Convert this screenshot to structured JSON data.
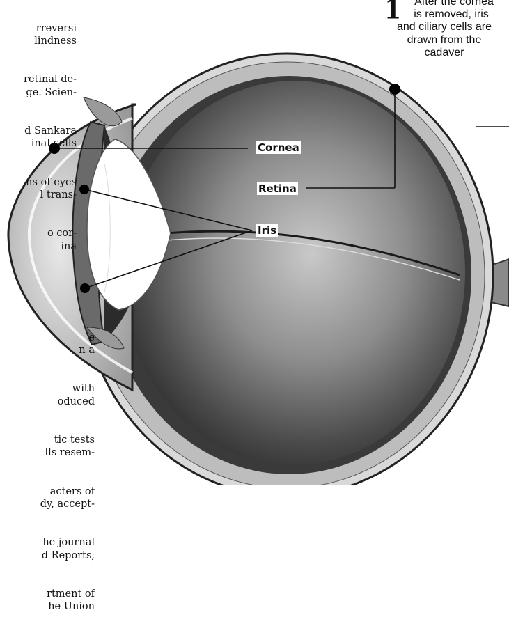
{
  "article_top_lines": [
    "rreversi",
    "lindness",
    "retinal de-",
    "ge. Scien-",
    "d Sankara",
    "inal cells",
    "ns of eyes",
    "l trans-",
    "o cor-",
    "ina"
  ],
  "article_bottom_lines": [
    "e",
    "n a",
    "with",
    "oduced",
    "tic tests",
    "lls resem-",
    "acters of",
    "dy, accept-",
    "he journal",
    "d Reports,",
    "rtment of",
    "he Union"
  ],
  "caption": {
    "number": "1",
    "lines": [
      "After the cornea",
      "is removed, iris",
      "and ciliary cells are",
      "drawn from the",
      "cadaver"
    ]
  },
  "labels": {
    "cornea": "Cornea",
    "retina": "Retina",
    "iris": "Iris"
  },
  "colors": {
    "ink": "#111111",
    "sclera": "#bdbdbd",
    "vitreous_dark": "#2a2a2a",
    "lens": "#ffffff"
  }
}
